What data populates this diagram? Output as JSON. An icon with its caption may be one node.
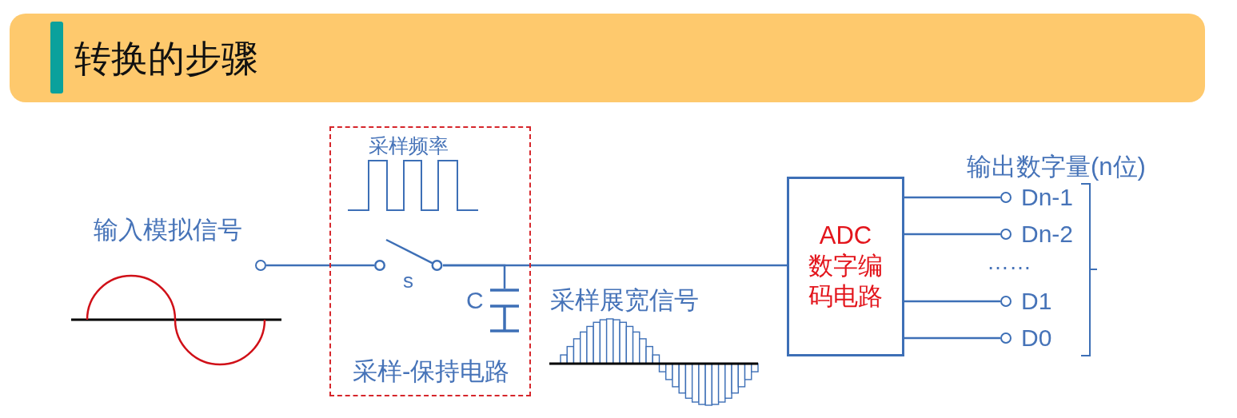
{
  "diagram": {
    "title": "转换的步骤",
    "nodes": [
      {
        "text": [
          "采样-保持电路"
        ]
      },
      {
        "text": [],
        "shape": "circle"
      },
      {
        "text": [],
        "shape": "switch",
        "beside": [
          "s"
        ],
        "in": 0
      },
      {
        "text": [],
        "shape": "capacitor",
        "beside": [
          "C"
        ],
        "in": 0
      },
      {
        "text": [
          "ADC 数字编码电路"
        ]
      },
      {
        "text": [],
        "shape": "circle",
        "beside": [
          "Dn-1"
        ]
      },
      {
        "text": [],
        "shape": "circle",
        "beside": [
          "Dn-2"
        ]
      },
      {
        "text": [],
        "shape": "circle",
        "beside": [
          "D1"
        ]
      },
      {
        "text": [],
        "shape": "circle",
        "beside": [
          "D0"
        ]
      }
    ],
    "edges": [
      {
        "from": 1,
        "to": 2,
        "arrow": "none"
      },
      {
        "from": 2,
        "to": 4,
        "arrow": "none"
      },
      {
        "from": 2,
        "to": 3,
        "arrow": "none"
      },
      {
        "from": 4,
        "to": 5,
        "arrow": "none"
      },
      {
        "from": 4,
        "to": 6,
        "arrow": "none"
      },
      {
        "from": 4,
        "to": 7,
        "arrow": "none"
      },
      {
        "from": 4,
        "to": 8,
        "arrow": "none"
      }
    ],
    "labels": [
      "采样频率",
      "输出数字量(n位)",
      "输入模拟信号",
      "……",
      "采样展宽信号"
    ]
  }
}
